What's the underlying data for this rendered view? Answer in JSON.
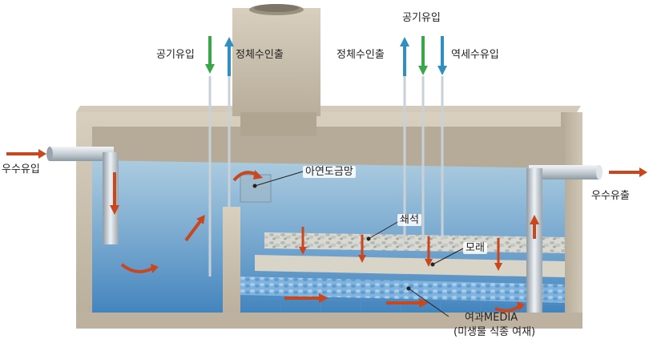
{
  "labels": {
    "air_inlet_left": "공기유입",
    "treated_outlet_left": "정체수인출",
    "treated_outlet_right": "정체수인출",
    "air_inlet_right": "공기유입",
    "backwash_inlet": "역세수유입",
    "rain_inlet": "우수유입",
    "rain_outlet": "우수유출",
    "zinc_mesh": "아연도금망",
    "gravel": "쇄석",
    "sand": "모래",
    "filter_media_line1": "여과MEDIA",
    "filter_media_line2": "(미생물 식종 여재)"
  },
  "colors": {
    "concrete": "#c9bfae",
    "concrete_dark": "#a89d8a",
    "water": "#7fb6dc",
    "water_dark": "#3f86c2",
    "flow_arrow": "#c9471f",
    "air_arrow": "#3aa64a",
    "outflow_arrow": "#2f8fc0",
    "pipe": "#d6dde3"
  },
  "icons": {
    "flow": "red-flow-arrow",
    "air_in": "green-down-arrow",
    "out": "blue-up-arrow"
  }
}
